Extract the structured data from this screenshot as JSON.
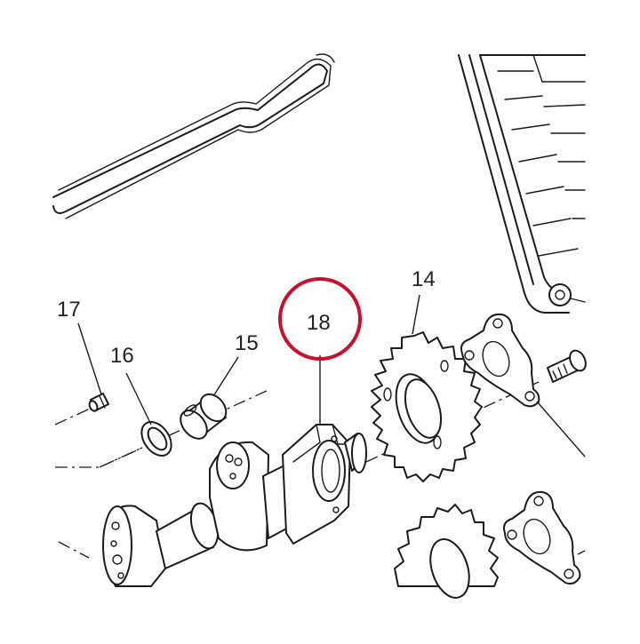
{
  "diagram": {
    "callouts": [
      {
        "id": "14",
        "label": "14"
      },
      {
        "id": "15",
        "label": "15"
      },
      {
        "id": "16",
        "label": "16"
      },
      {
        "id": "17",
        "label": "17"
      },
      {
        "id": "18",
        "label": "18",
        "highlighted": true
      }
    ],
    "highlight_color": "#c8102e",
    "line_color": "#1a1a1a"
  }
}
